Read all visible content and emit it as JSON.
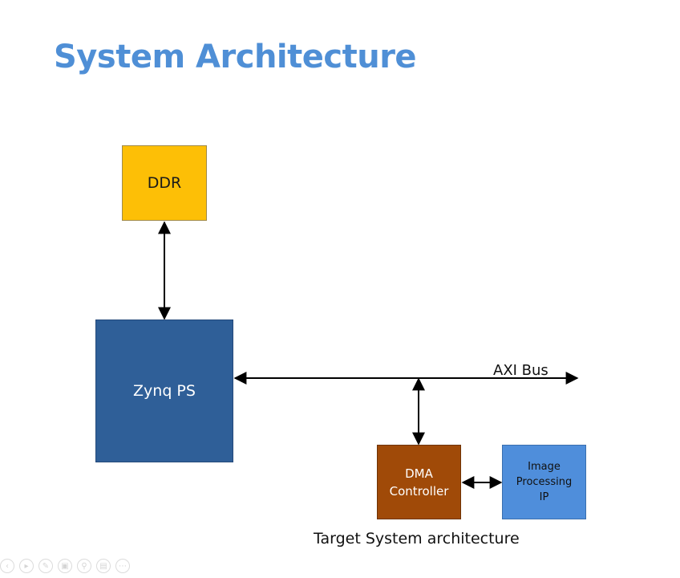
{
  "slide": {
    "title": "System Architecture",
    "caption": "Target System architecture"
  },
  "blocks": {
    "ddr": "DDR",
    "zynq_ps": "Zynq PS",
    "dma_controller": "DMA\nController",
    "image_processing_ip": "Image\nProcessing\nIP"
  },
  "bus": {
    "label": "AXI Bus"
  },
  "colors": {
    "title": "#4f8fd6",
    "ddr": "#fdbf06",
    "zynq_ps": "#2f5f98",
    "dma_controller": "#a04a08",
    "image_processing_ip": "#4f8edb"
  },
  "toolbar": {
    "icons": [
      "back-icon",
      "play-icon",
      "pen-icon",
      "pages-icon",
      "zoom-icon",
      "slides-icon",
      "more-icon"
    ]
  }
}
